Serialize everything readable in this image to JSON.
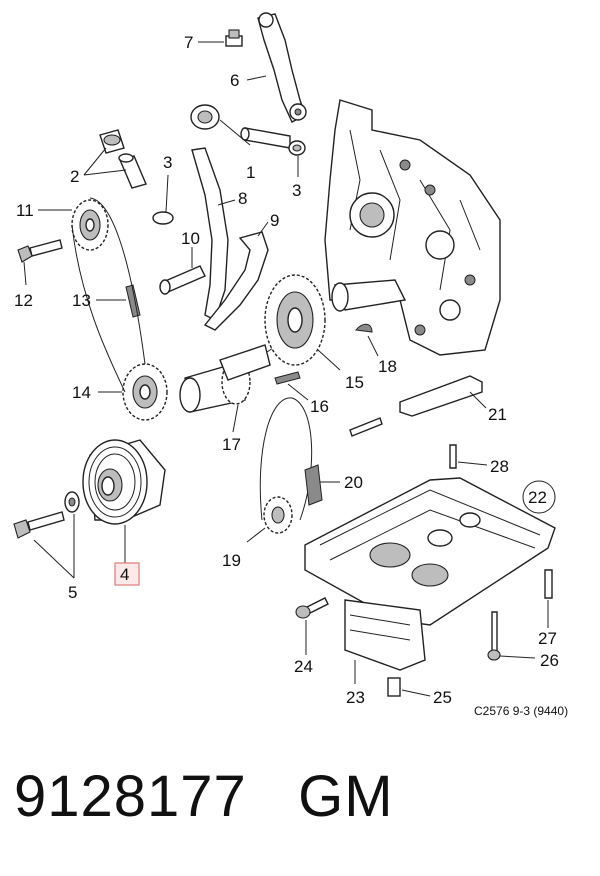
{
  "diagram": {
    "callouts": [
      {
        "id": "c1",
        "text": "1"
      },
      {
        "id": "c2",
        "text": "2"
      },
      {
        "id": "c3a",
        "text": "3"
      },
      {
        "id": "c3b",
        "text": "3"
      },
      {
        "id": "c4",
        "text": "4"
      },
      {
        "id": "c5",
        "text": "5"
      },
      {
        "id": "c6",
        "text": "6"
      },
      {
        "id": "c7",
        "text": "7"
      },
      {
        "id": "c8",
        "text": "8"
      },
      {
        "id": "c9",
        "text": "9"
      },
      {
        "id": "c10",
        "text": "10"
      },
      {
        "id": "c11",
        "text": "11"
      },
      {
        "id": "c12",
        "text": "12"
      },
      {
        "id": "c13",
        "text": "13"
      },
      {
        "id": "c14",
        "text": "14"
      },
      {
        "id": "c15",
        "text": "15"
      },
      {
        "id": "c16",
        "text": "16"
      },
      {
        "id": "c17",
        "text": "17"
      },
      {
        "id": "c18",
        "text": "18"
      },
      {
        "id": "c19",
        "text": "19"
      },
      {
        "id": "c20",
        "text": "20"
      },
      {
        "id": "c21",
        "text": "21"
      },
      {
        "id": "c22",
        "text": "22"
      },
      {
        "id": "c23",
        "text": "23"
      },
      {
        "id": "c24",
        "text": "24"
      },
      {
        "id": "c25",
        "text": "25"
      },
      {
        "id": "c26",
        "text": "26"
      },
      {
        "id": "c27",
        "text": "27"
      },
      {
        "id": "c28",
        "text": "28"
      }
    ],
    "highlighted_callout": "4",
    "reference_code": "C2576 9-3 (9440)"
  },
  "footer": {
    "part_number_line": "9128177   GM"
  },
  "colors": {
    "highlight_fill": "#fde9e9",
    "highlight_stroke": "#e07a7a",
    "line": "#222222"
  }
}
